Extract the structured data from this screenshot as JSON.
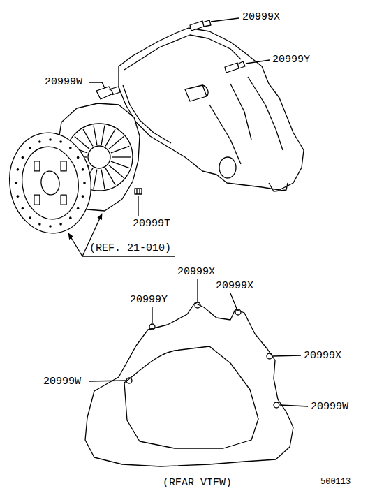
{
  "diagram": {
    "labels": [
      "20999X",
      "20999Y",
      "20999W",
      "20999T",
      "(REF. 21-010)",
      "20999X",
      "20999X",
      "20999Y",
      "20999X",
      "20999W",
      "20999W",
      "(REAR VIEW)",
      "500113"
    ]
  }
}
